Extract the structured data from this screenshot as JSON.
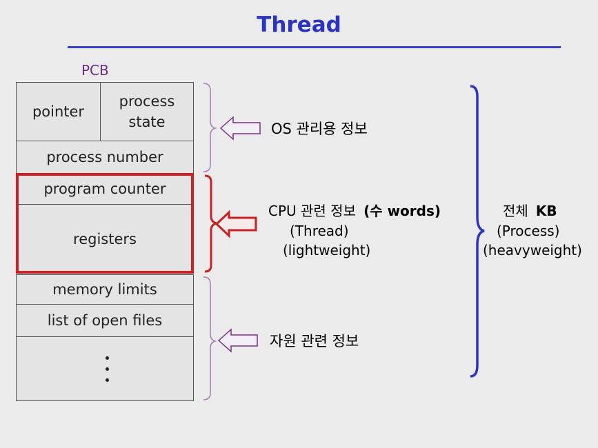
{
  "slide": {
    "title": "Thread",
    "pcb_label": "PCB"
  },
  "pcb": {
    "pointer": "pointer",
    "process_state_line1": "process",
    "process_state_line2": "state",
    "process_number": "process number",
    "program_counter": "program counter",
    "registers": "registers",
    "memory_limits": "memory limits",
    "list_of_open_files": "list of open files"
  },
  "annotations": {
    "os_info": "OS 관리용 정보",
    "cpu_info": "CPU 관련 정보",
    "cpu_words": "(수 words)",
    "thread": "(Thread)",
    "lightweight": "(lightweight)",
    "resource_info": "자원 관련 정보",
    "total": "전체",
    "total_unit": "KB",
    "process": "(Process)",
    "heavyweight": "(heavyweight)"
  },
  "colors": {
    "title_blue": "#2a34c4",
    "os_purple": "#7a2c8e",
    "cpu_red": "#cc1f22",
    "bracket_blue": "#2a34c4"
  }
}
